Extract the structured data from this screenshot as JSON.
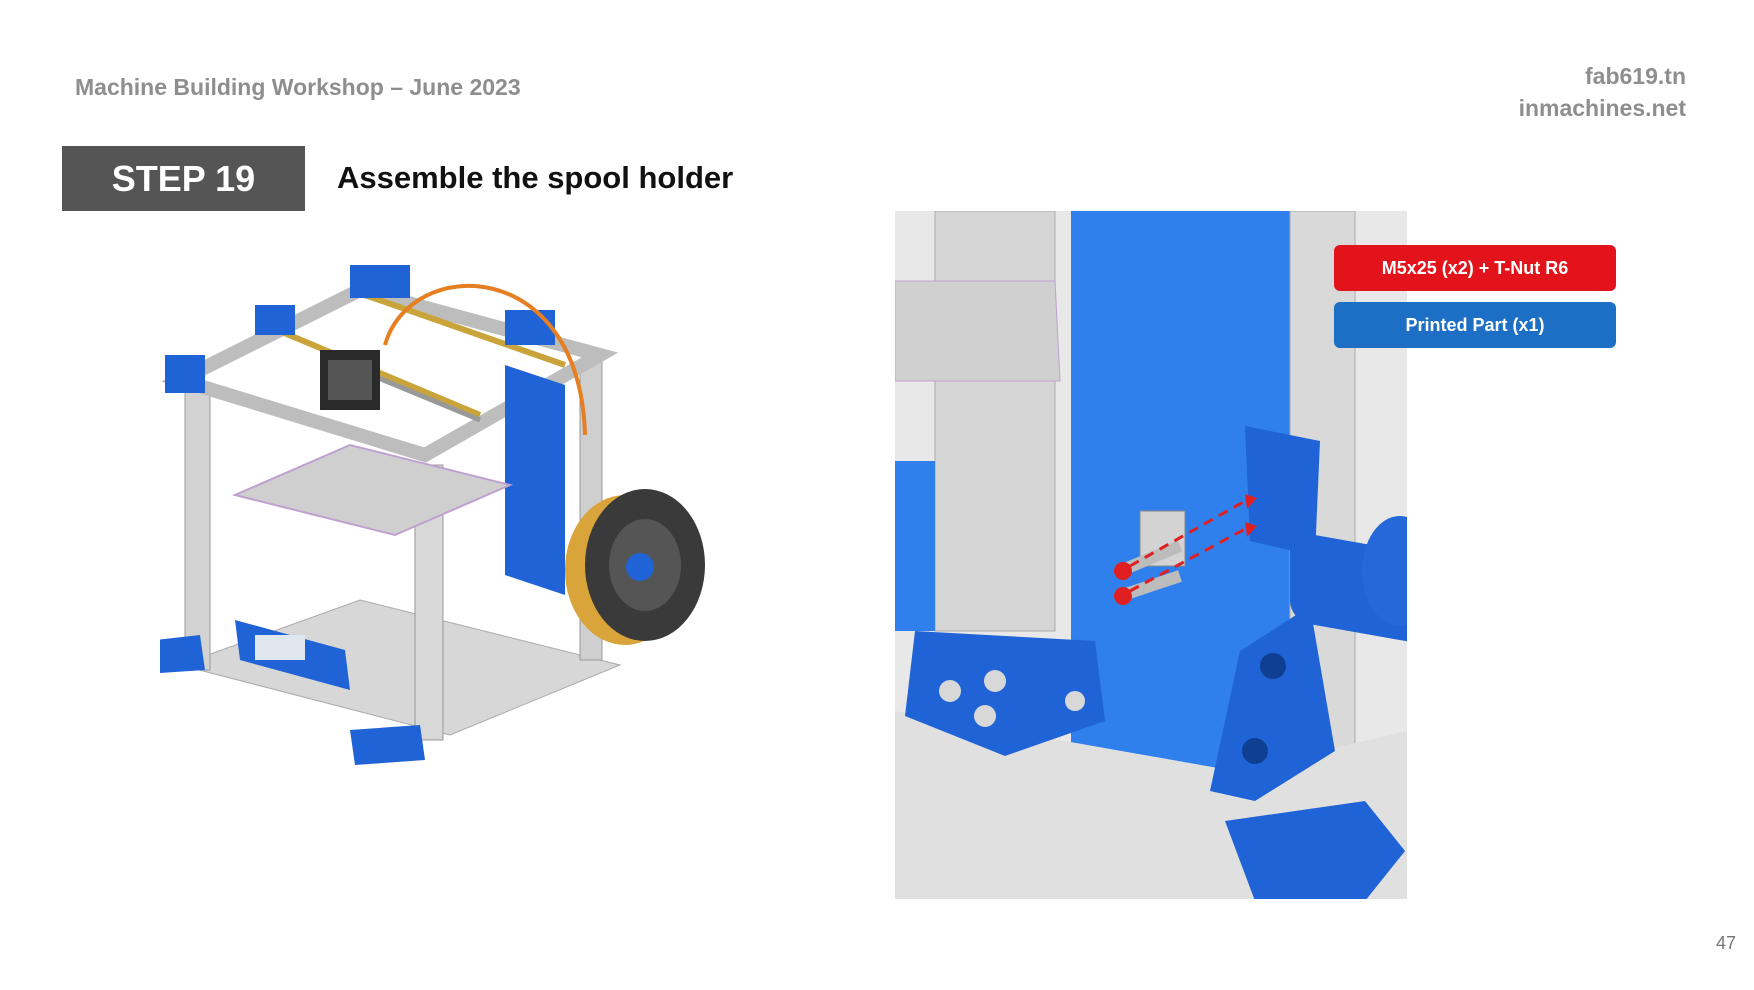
{
  "header": {
    "workshop_title": "Machine Building Workshop – June 2023",
    "site_1": "fab619.tn",
    "site_2": "inmachines.net"
  },
  "step": {
    "label": "STEP 19",
    "title": "Assemble the spool holder"
  },
  "parts": {
    "hardware": "M5x25 (x2) + T-Nut R6",
    "printed": "Printed Part (x1)"
  },
  "colors": {
    "step_box": "#555555",
    "hardware_badge": "#e3131b",
    "printed_badge": "#1c6fc4",
    "printed_part_blue": "#1f63d6",
    "frame_grey": "#d8d8d8",
    "filament": "#d9a43a"
  },
  "page_number": "47"
}
